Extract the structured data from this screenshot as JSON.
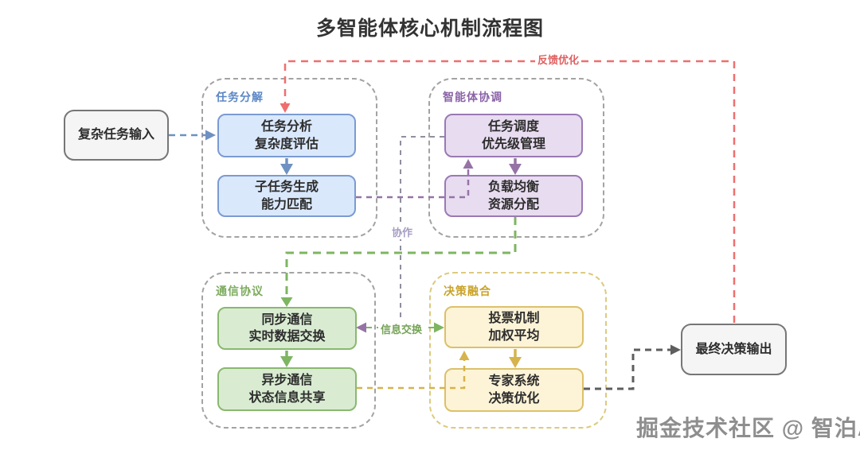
{
  "title": "多智能体核心机制流程图",
  "watermark": "掘金技术社区 @ 智泊AI",
  "nodes": {
    "input": "复杂任务输入",
    "output": "最终决策输出"
  },
  "groups": [
    {
      "label": "任务分解",
      "accent": "#5b87c5",
      "nodes": [
        {
          "top": "任务分析",
          "bottom": "复杂度评估"
        },
        {
          "top": "子任务生成",
          "bottom": "能力匹配"
        }
      ]
    },
    {
      "label": "智能体协调",
      "accent": "#8a63a8",
      "nodes": [
        {
          "top": "任务调度",
          "bottom": "优先级管理"
        },
        {
          "top": "负载均衡",
          "bottom": "资源分配"
        }
      ]
    },
    {
      "label": "通信协议",
      "accent": "#7cab5e",
      "nodes": [
        {
          "top": "同步通信",
          "bottom": "实时数据交换"
        },
        {
          "top": "异步通信",
          "bottom": "状态信息共享"
        }
      ]
    },
    {
      "label": "决策融合",
      "accent": "#c9a227",
      "nodes": [
        {
          "top": "投票机制",
          "bottom": "加权平均"
        },
        {
          "top": "专家系统",
          "bottom": "决策优化"
        }
      ]
    }
  ],
  "edge_labels": {
    "feedback": "反馈优化",
    "collaboration": "协作",
    "info_exchange": "信息交换"
  },
  "colors": {
    "blue_fill": "#dae8fc",
    "blue_border": "#7b9bd2",
    "purple_fill": "#e8dcf0",
    "purple_border": "#9a79b5",
    "green_fill": "#d9ecd2",
    "green_border": "#8ab86f",
    "yellow_fill": "#fdf4d7",
    "yellow_border": "#dcc06a",
    "grey_fill": "#f5f5f5",
    "feedback_line": "#ee6f6f",
    "dark_line": "#5e5e5e"
  }
}
